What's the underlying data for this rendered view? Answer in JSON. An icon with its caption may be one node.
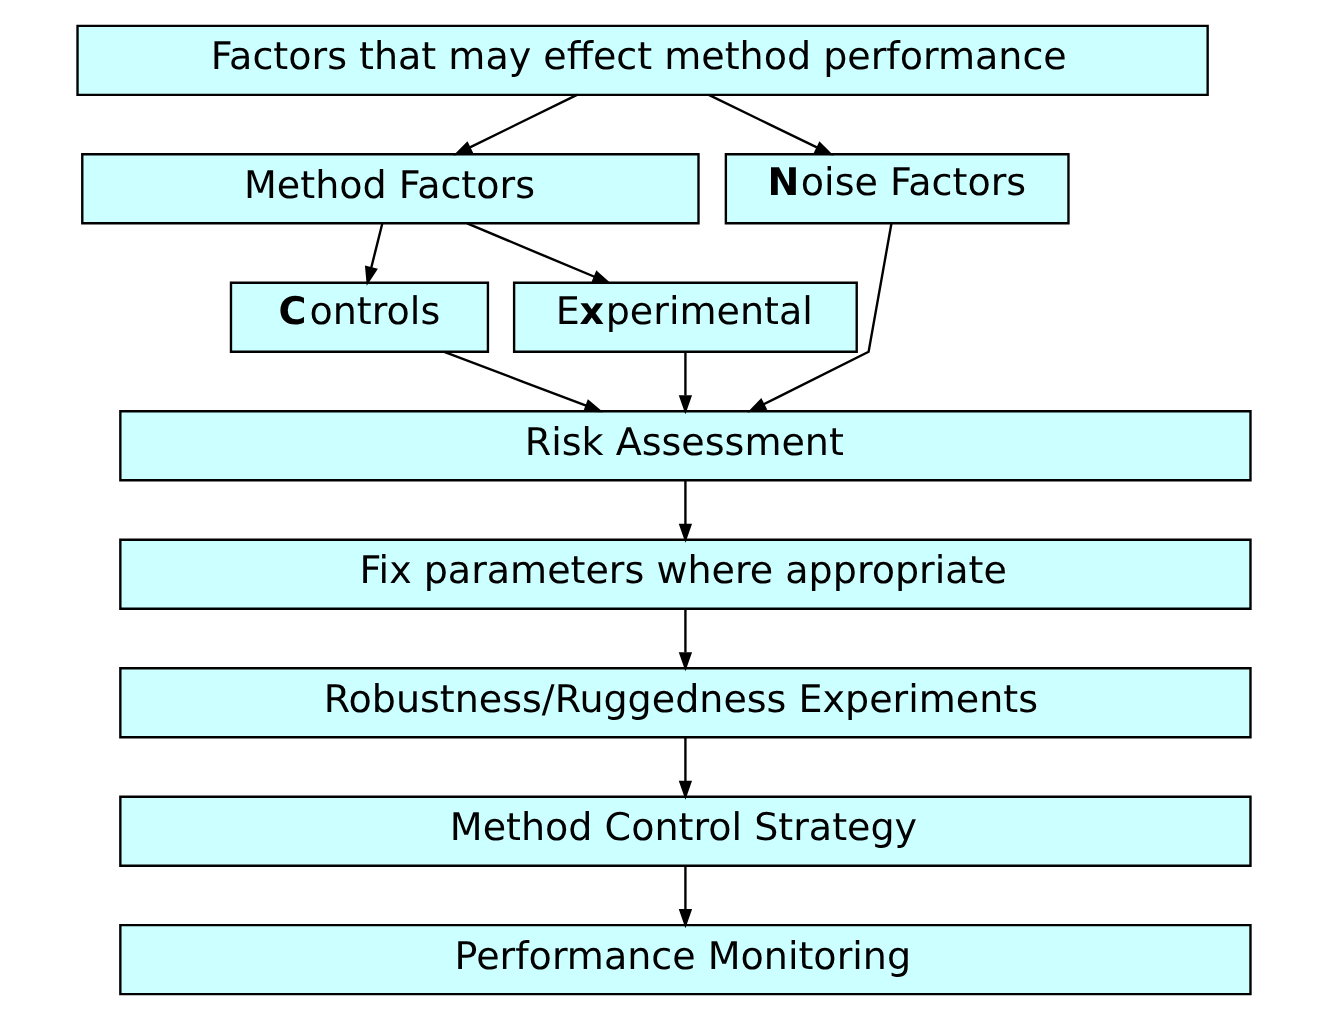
{
  "diagram": {
    "nodes": [
      {
        "text": [
          "Factors that may effect method performance"
        ]
      },
      {
        "text": [
          "Method Factors"
        ]
      },
      {
        "text": [
          "**N**oise Factors"
        ]
      },
      {
        "text": [
          "**C**ontrols"
        ]
      },
      {
        "text": [
          "E**x**perimental"
        ]
      },
      {
        "text": [
          "Risk Assessment"
        ]
      },
      {
        "text": [
          "Fix parameters where appropriate"
        ]
      },
      {
        "text": [
          "Robustness/Ruggedness Experiments"
        ]
      },
      {
        "text": [
          "Method Control Strategy"
        ]
      },
      {
        "text": [
          "Performance Monitoring"
        ]
      }
    ],
    "edges": [
      {
        "from": 0,
        "to": 1,
        "arrow": "to"
      },
      {
        "from": 0,
        "to": 2,
        "arrow": "to"
      },
      {
        "from": 1,
        "to": 3,
        "arrow": "to"
      },
      {
        "from": 1,
        "to": 4,
        "arrow": "to"
      },
      {
        "from": 3,
        "to": 5,
        "arrow": "to"
      },
      {
        "from": 4,
        "to": 5,
        "arrow": "to"
      },
      {
        "from": 2,
        "to": 5,
        "arrow": "to"
      },
      {
        "from": 5,
        "to": 6,
        "arrow": "to"
      },
      {
        "from": 6,
        "to": 7,
        "arrow": "to"
      },
      {
        "from": 7,
        "to": 8,
        "arrow": "to"
      },
      {
        "from": 8,
        "to": 9,
        "arrow": "to"
      }
    ]
  }
}
